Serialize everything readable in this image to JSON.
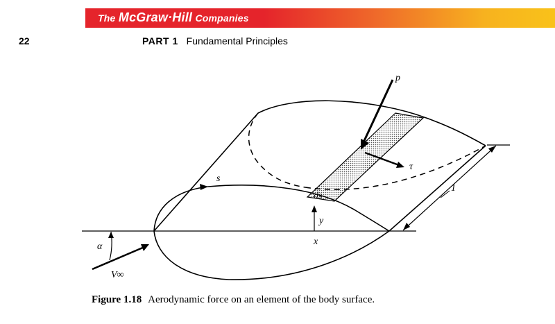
{
  "banner": {
    "the": "The",
    "name": "McGraw·Hill",
    "companies": "Companies"
  },
  "page_number": "22",
  "running_head": {
    "part": "PART 1",
    "title": "Fundamental Principles"
  },
  "figure_labels": {
    "p": "p",
    "tau": "τ",
    "s": "s",
    "ds": "ds",
    "one": "1",
    "y": "y",
    "x": "x",
    "alpha": "α",
    "v": "V∞"
  },
  "caption": {
    "label": "Figure 1.18",
    "text": "Aerodynamic force on an element of the body surface."
  }
}
